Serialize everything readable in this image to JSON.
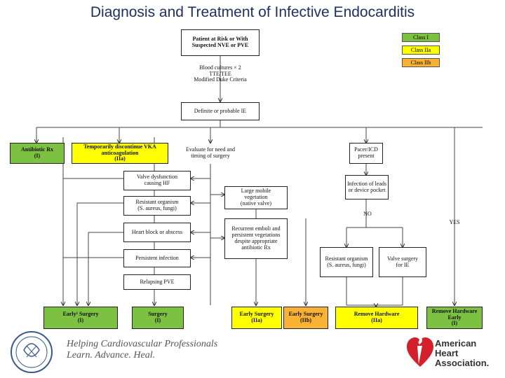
{
  "title": "Diagnosis and Treatment of Infective Endocarditis",
  "legend": {
    "class1": "Class I",
    "class2a": "Class IIa",
    "class2b": "Class IIb"
  },
  "nodes": {
    "patient": {
      "line1": "Patient at Risk or With",
      "line2": "Suspected NVE or PVE"
    },
    "workup": {
      "line1": "Blood cultures × 2",
      "line2": "TTE/TEE",
      "line3": "Modified Duke Criteria"
    },
    "definite": "Definite or probable IE",
    "antibiotic": {
      "line1": "Antibiotic Rx",
      "line2": "(I)"
    },
    "vka": {
      "line1": "Temporarily discontinue VKA",
      "line2": "anticoagulation",
      "line3": "(IIa)"
    },
    "evaluate": {
      "line1": "Evaluate for need and",
      "line2": "timing of surgery"
    },
    "pacer": {
      "line1": "Pacer/ICD",
      "line2": "present"
    },
    "valve_dysfunction": {
      "line1": "Valve dysfunction",
      "line2": "causing HF"
    },
    "resistant1": {
      "line1": "Resistant organism",
      "line2": "(S. aureus, fungi)"
    },
    "heart_block": "Heart block or abscess",
    "persistent": "Persistent  infection",
    "relapsing": "Relapsing PVE",
    "large_mobile": {
      "line1": "Large mobile",
      "line2": "vegetation",
      "line3": "(native valve)"
    },
    "recurrent": {
      "line1": "Recurrent emboli and",
      "line2": "persistent vegetations",
      "line3": "despite appropriate",
      "line4": "antibiotic Rx"
    },
    "infection_leads": {
      "line1": "Infection of leads",
      "line2": "or device pocket"
    },
    "no_label": "NO",
    "yes_label": "YES",
    "resistant2": {
      "line1": "Resistant organism",
      "line2": "(S. aureus, fungi)"
    },
    "valve_surgery": {
      "line1": "Valve surgery",
      "line2": "for IE"
    }
  },
  "outcomes": {
    "early_surgery_1": {
      "line1": "Early¹  Surgery",
      "line2": "(I)"
    },
    "surgery_1": {
      "line1": "Surgery",
      "line2": "(I)"
    },
    "early_surgery_2a": {
      "line1": "Early Surgery",
      "line2": "(IIa)"
    },
    "early_surgery_2b": {
      "line1": "Early Surgery",
      "line2": "(IIb)"
    },
    "remove_hardware_2a": {
      "line1": "Remove Hardware",
      "line2": "(IIa)"
    },
    "remove_hardware_early": {
      "line1": "Remove Hardware",
      "line2": "Early",
      "line3": "(I)"
    }
  },
  "footer": {
    "tagline1": "Helping Cardiovascular Professionals",
    "tagline2": "Learn. Advance. Heal.",
    "aha1": "American",
    "aha2": "Heart",
    "aha3": "Association."
  },
  "colors": {
    "class1": "#7dc142",
    "class2a": "#ffff00",
    "class2b": "#f9b233",
    "title": "#1f2f5e"
  }
}
